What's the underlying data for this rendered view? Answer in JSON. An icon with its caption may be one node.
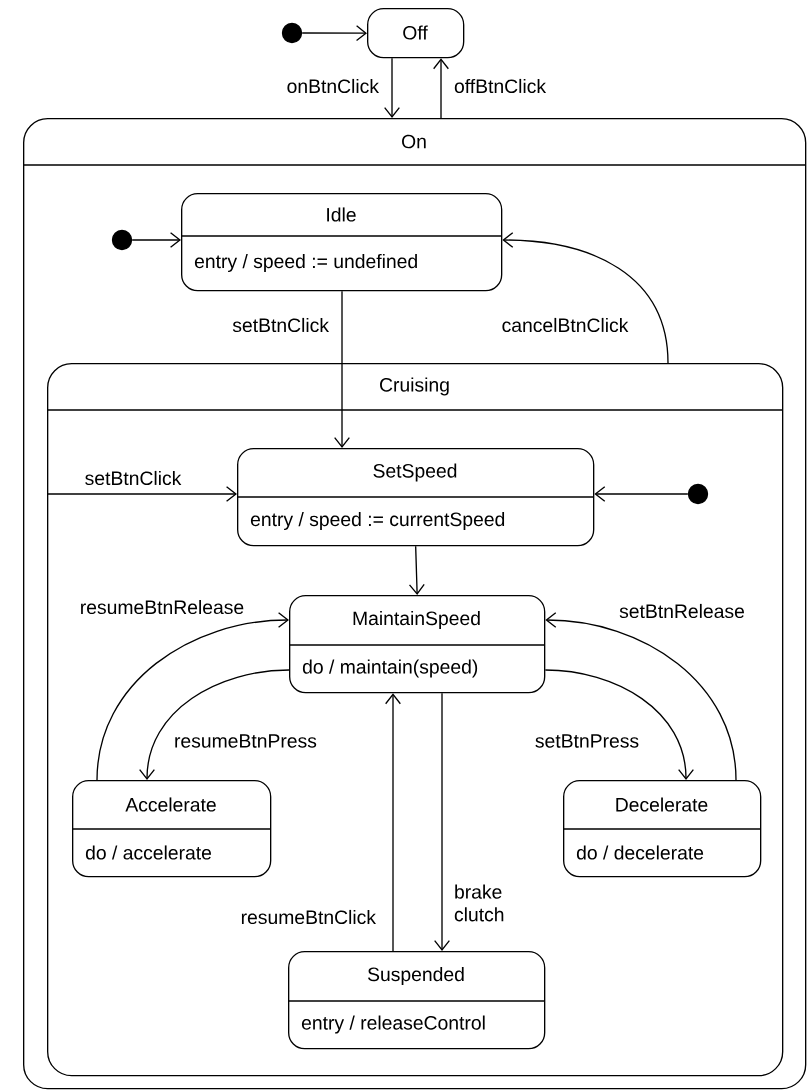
{
  "diagram": {
    "nodes": [
      {
        "text": [],
        "shape": "circle"
      },
      {
        "text": [
          "Off"
        ]
      },
      {
        "text": [
          "On"
        ]
      },
      {
        "text": [],
        "shape": "circle",
        "in": 2
      },
      {
        "text": [
          "Idle",
          "entry / speed := undefined"
        ],
        "in": 2
      },
      {
        "text": [
          "Cruising"
        ],
        "in": 2
      },
      {
        "text": [],
        "shape": "circle",
        "in": 5
      },
      {
        "text": [
          "SetSpeed",
          "entry / speed := currentSpeed"
        ],
        "in": 5
      },
      {
        "text": [
          "MaintainSpeed",
          "do / maintain(speed)"
        ],
        "in": 5
      },
      {
        "text": [
          "Accelerate",
          "do / accelerate"
        ],
        "in": 5
      },
      {
        "text": [
          "Decelerate",
          "do / decelerate"
        ],
        "in": 5
      },
      {
        "text": [
          "Suspended",
          "entry / releaseControl"
        ],
        "in": 5
      }
    ],
    "edges": [
      {
        "from": 0,
        "to": 1,
        "arrow": "to"
      },
      {
        "from": 1,
        "to": 2,
        "arrow": "to",
        "label": "onBtnClick"
      },
      {
        "from": 2,
        "to": 1,
        "arrow": "to",
        "label": "offBtnClick"
      },
      {
        "from": 3,
        "to": 4,
        "arrow": "to"
      },
      {
        "from": 4,
        "to": 7,
        "arrow": "to",
        "label": "setBtnClick"
      },
      {
        "from": 5,
        "to": 4,
        "arrow": "to",
        "label": "cancelBtnClick"
      },
      {
        "from": 5,
        "to": 7,
        "arrow": "to",
        "label": "setBtnClick"
      },
      {
        "from": 6,
        "to": 7,
        "arrow": "to"
      },
      {
        "from": 7,
        "to": 8,
        "arrow": "to"
      },
      {
        "from": 8,
        "to": 9,
        "arrow": "to",
        "label": "resumeBtnPress"
      },
      {
        "from": 9,
        "to": 8,
        "arrow": "to",
        "label": "resumeBtnRelease"
      },
      {
        "from": 8,
        "to": 10,
        "arrow": "to",
        "label": "setBtnPress"
      },
      {
        "from": 10,
        "to": 8,
        "arrow": "to",
        "label": "setBtnRelease"
      },
      {
        "from": 8,
        "to": 11,
        "arrow": "to",
        "label": "brake clutch"
      },
      {
        "from": 11,
        "to": 8,
        "arrow": "to",
        "label": "resumeBtnClick"
      }
    ]
  }
}
